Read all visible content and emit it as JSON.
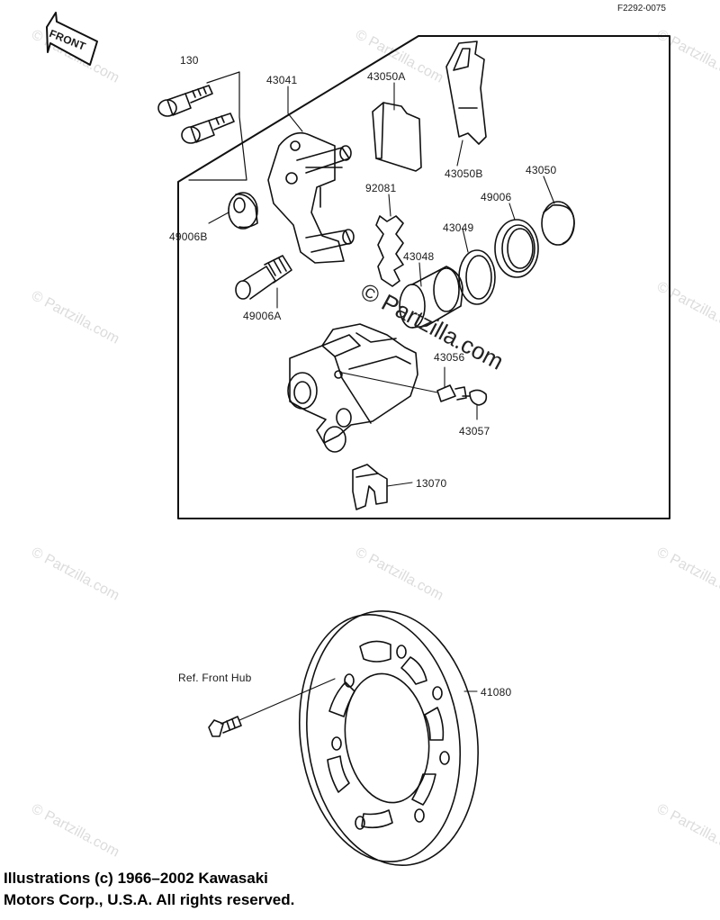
{
  "diagram_code": "F2292-0075",
  "front_label": "FRONT",
  "parts": [
    {
      "label": "130"
    },
    {
      "label": "43041"
    },
    {
      "label": "43050A"
    },
    {
      "label": "43050B"
    },
    {
      "label": "43050"
    },
    {
      "label": "49006"
    },
    {
      "label": "92081"
    },
    {
      "label": "43049"
    },
    {
      "label": "49006B"
    },
    {
      "label": "43048"
    },
    {
      "label": "49006A"
    },
    {
      "label": "43056"
    },
    {
      "label": "43057"
    },
    {
      "label": "13070"
    },
    {
      "label": "41080"
    }
  ],
  "ref_note": "Ref. Front Hub",
  "copyright": {
    "line1": "Illustrations (c) 1966–2002 Kawasaki",
    "line2": "Motors Corp., U.S.A.  All rights reserved."
  },
  "watermark": {
    "text": "© Partzilla.com",
    "center_text": "© Partzilla.com"
  }
}
